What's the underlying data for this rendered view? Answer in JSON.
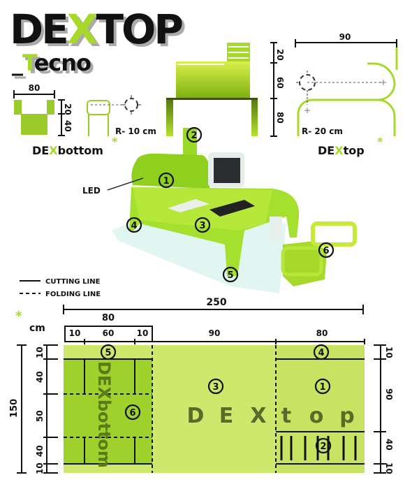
{
  "title": {
    "part1": "DE",
    "x": "X",
    "part2": "TOP",
    "subtitle_prefix": "_",
    "subtitle_t": "T",
    "subtitle_rest": "ecno"
  },
  "dexbottom": {
    "width": "80",
    "h1": "20",
    "h2": "40",
    "radius": "R- 10 cm",
    "name_a": "DE",
    "name_x": "X",
    "name_b": "bottom",
    "asterisk": "*"
  },
  "dextop": {
    "h1": "20",
    "h2": "60",
    "h3": "80",
    "width": "90",
    "radius": "R- 20 cm",
    "name_a": "DE",
    "name_x": "X",
    "name_b": "top",
    "asterisk": "*"
  },
  "render": {
    "led_label": "LED",
    "parts": [
      "1",
      "2",
      "3",
      "4",
      "5",
      "6"
    ]
  },
  "legend": {
    "cutting": "CUTTING LINE",
    "folding": "FOLDING LINE",
    "asterisk": "*",
    "unit": "cm"
  },
  "sheet": {
    "total_width": "250",
    "top_dims": {
      "group": "80",
      "a": "10",
      "b": "60",
      "c": "10",
      "mid": "90",
      "right": "80"
    },
    "left_dims": {
      "total": "150",
      "rows": [
        "10",
        "40",
        "50",
        "40",
        "10"
      ]
    },
    "right_dims": [
      "10",
      "90",
      "40",
      "10"
    ],
    "label_dextop": [
      "D",
      "E",
      "X",
      "t",
      "o",
      "p"
    ],
    "label_dexbottom": "DEXbottom"
  },
  "colors": {
    "accent": "#a6d92a",
    "sheet_light": "#cde86c",
    "sheet_dark": "#9fd12c"
  }
}
